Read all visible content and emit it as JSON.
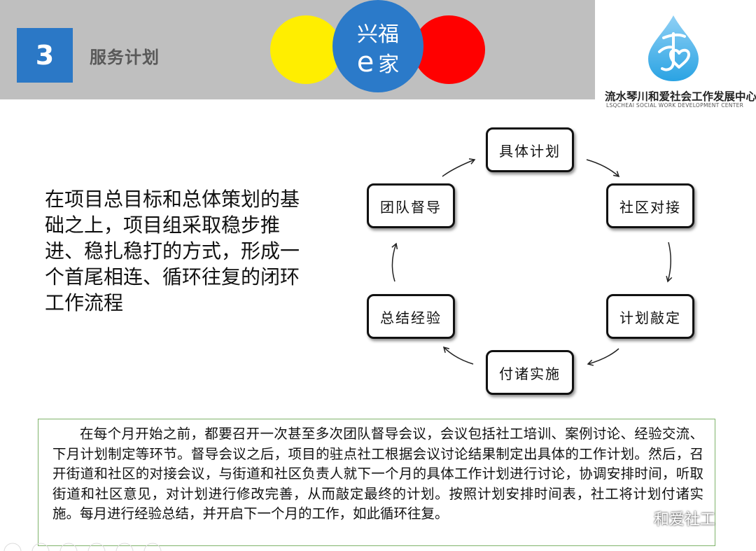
{
  "header": {
    "section_number": "3",
    "section_title": "服务计划",
    "brand_line1": "兴福",
    "brand_e": "e",
    "brand_line2": "家"
  },
  "logo": {
    "org_name": "流水琴川和爱社会工作发展中心",
    "org_sub": "LSQCHEAI SOCIAL WORK DEVELOPMENT CENTER"
  },
  "intro_text": "在项目总目标和总体策划的基础之上，项目组采取稳步推进、稳扎稳打的方式，形成一个首尾相连、循环往复的闭环工作流程",
  "cycle": {
    "nodes": [
      "具体计划",
      "社区对接",
      "计划敲定",
      "付诸实施",
      "总结经验",
      "团队督导"
    ]
  },
  "summary_text": "在每个月开始之前，都要召开一次甚至多次团队督导会议，会议包括社工培训、案例讨论、经验交流、下月计划制定等环节。督导会议之后，项目的驻点社工根据会议讨论结果制定出具体的工作计划。然后，召开街道和社区的对接会议，与街道和社区负责人就下一个月的具体工作计划进行讨论，协调安排时间，听取街道和社区意见，对计划进行修改完善，从而敲定最终的计划。按照计划安排时间表，社工将计划付诸实施。每月进行经验总结，并开启下一个月的工作，如此循环往复。",
  "watermark": "和爱社工",
  "colors": {
    "header_band": "#bfbfbf",
    "section_blue": "#2b78c6",
    "brand_blue": "#2b7ac9",
    "yellow": "#ffee00",
    "red": "#ff0000",
    "summary_border": "#7fb36a"
  }
}
